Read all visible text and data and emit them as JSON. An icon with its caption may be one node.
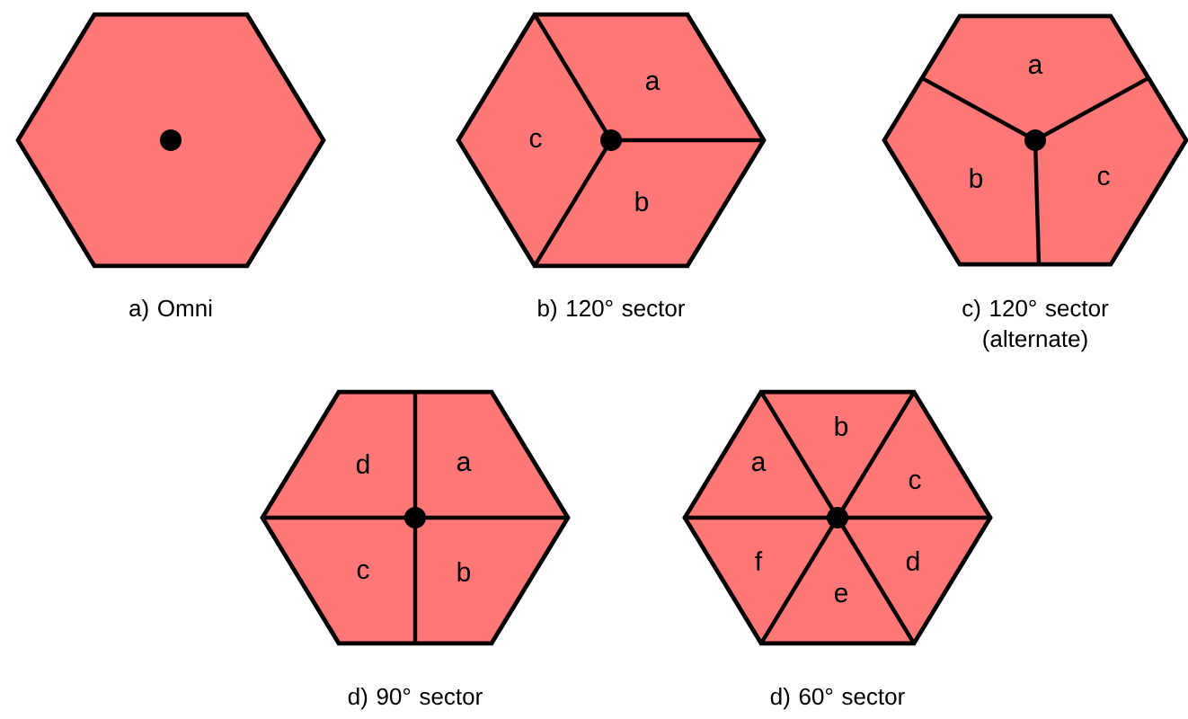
{
  "diagram": {
    "nodes": [
      {
        "text": [],
        "shape": "hexagon",
        "beside": [
          "a) Omni"
        ]
      },
      {
        "text": [],
        "shape": "hexagon",
        "beside": [
          "b) 120° sector"
        ]
      },
      {
        "text": [
          "a"
        ],
        "in": 1
      },
      {
        "text": [
          "c"
        ],
        "in": 1
      },
      {
        "text": [
          "b"
        ],
        "in": 1
      },
      {
        "text": [],
        "shape": "hexagon",
        "beside": [
          "c) 120° sector (alternate)"
        ]
      },
      {
        "text": [
          "a"
        ],
        "in": 5
      },
      {
        "text": [
          "b"
        ],
        "in": 5
      },
      {
        "text": [
          "c"
        ],
        "in": 5
      },
      {
        "text": [],
        "shape": "hexagon",
        "beside": [
          "d) 90° sector"
        ]
      },
      {
        "text": [
          "d"
        ],
        "in": 9
      },
      {
        "text": [
          "a"
        ],
        "in": 9
      },
      {
        "text": [
          "c"
        ],
        "in": 9
      },
      {
        "text": [
          "b"
        ],
        "in": 9
      },
      {
        "text": [],
        "shape": "hexagon",
        "beside": [
          "d) 60° sector"
        ]
      },
      {
        "text": [
          "b"
        ],
        "in": 14
      },
      {
        "text": [
          "a"
        ],
        "in": 14
      },
      {
        "text": [
          "c"
        ],
        "in": 14
      },
      {
        "text": [
          "f"
        ],
        "in": 14
      },
      {
        "text": [
          "d"
        ],
        "in": 14
      },
      {
        "text": [
          "e"
        ],
        "in": 14
      }
    ]
  }
}
